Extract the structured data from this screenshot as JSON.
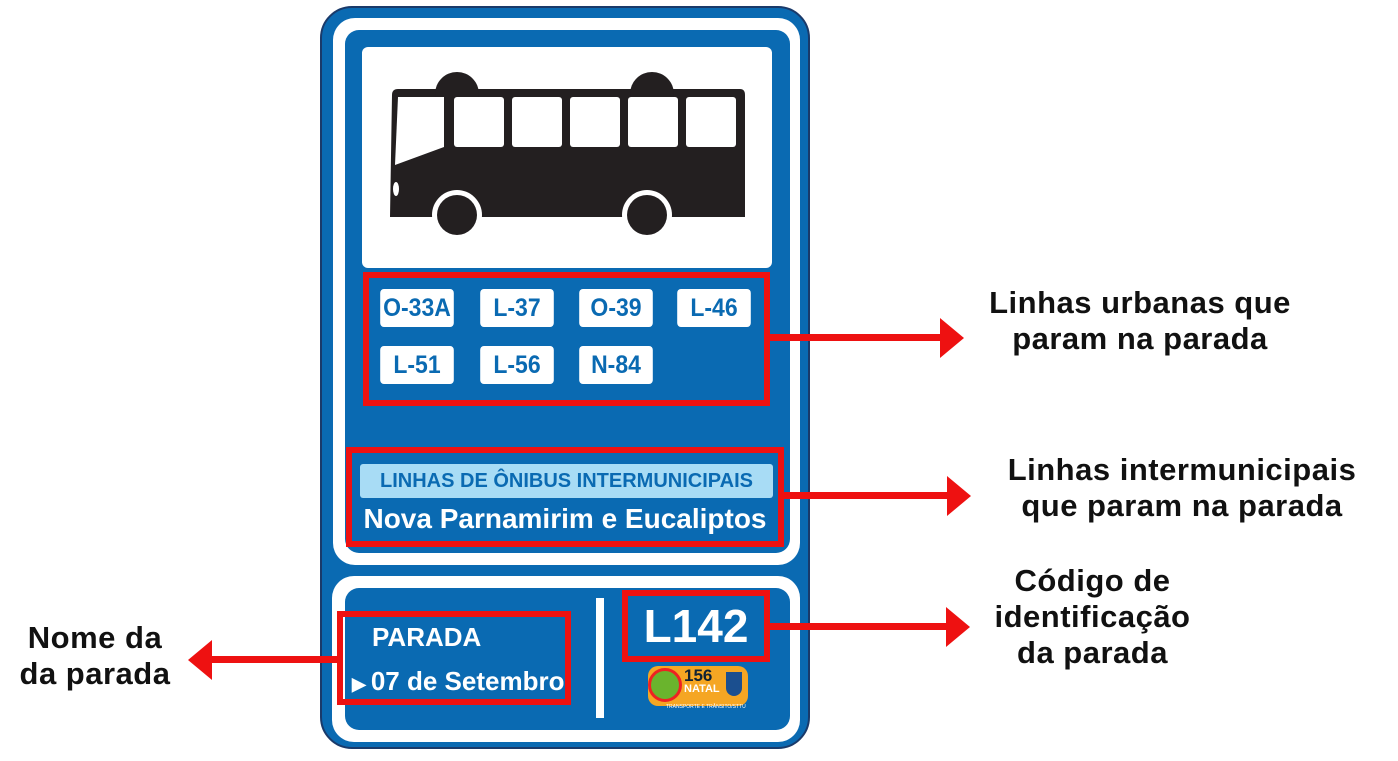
{
  "sign": {
    "routes": [
      "O-33A",
      "L-37",
      "O-39",
      "L-46",
      "L-51",
      "L-56",
      "N-84"
    ],
    "intermunicipal_header": "LINHAS DE ÔNIBUS INTERMUNICIPAIS",
    "intermunicipal_lines": "Nova Parnamirim e Eucaliptos",
    "stop_label": "PARADA",
    "stop_name": "07 de Setembro",
    "stop_code": "L142",
    "logo": {
      "number": "156",
      "city": "NATAL",
      "caption": "TRANSPORTE E TRÂNSITO/STTU"
    }
  },
  "annotations": {
    "urban": [
      "Linhas urbanas que",
      "param na parada"
    ],
    "intermunicipal": [
      "Linhas intermunicipais",
      "que param na parada"
    ],
    "code": [
      "Código de",
      "identificação",
      "da parada"
    ],
    "name": [
      "Nome da",
      "da parada"
    ]
  },
  "colors": {
    "sign_blue": "#0a6ab2",
    "highlight": "#ee1111",
    "light_blue": "#a8dcf5"
  }
}
